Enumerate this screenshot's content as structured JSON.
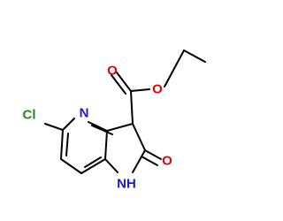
{
  "structure": {
    "atoms": [
      {
        "id": "cl",
        "label": "Cl",
        "element": "chlorine"
      },
      {
        "id": "n_pyridine",
        "label": "N",
        "element": "nitrogen"
      },
      {
        "id": "o_carbonyl_ester",
        "label": "O",
        "element": "oxygen"
      },
      {
        "id": "o_ether_ester",
        "label": "O",
        "element": "oxygen"
      },
      {
        "id": "o_carbonyl_lactam",
        "label": "O",
        "element": "oxygen"
      },
      {
        "id": "nh_lactam",
        "label": "NH",
        "element": "nitrogen"
      }
    ]
  },
  "colors": {
    "bond": "#000000",
    "chlorine": "#1f8c1f",
    "nitrogen": "#1a1acc",
    "oxygen": "#e60000",
    "background": "#ffffff"
  }
}
